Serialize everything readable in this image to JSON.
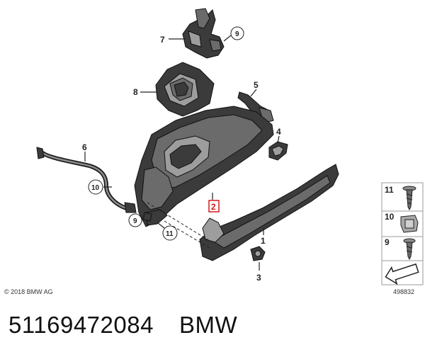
{
  "diagram": {
    "callouts": {
      "c1": "1",
      "c2": "2",
      "c3": "3",
      "c4": "4",
      "c5": "5",
      "c6": "6",
      "c7": "7",
      "c8": "8",
      "c9_top": "9",
      "c9_left": "9",
      "c10": "10",
      "c11": "11"
    },
    "legend": [
      {
        "number": "11"
      },
      {
        "number": "10"
      },
      {
        "number": "9"
      }
    ]
  },
  "copyright": "© 2018 BMW AG",
  "drawing_number": "498832",
  "footer": {
    "part_number": "51169472084",
    "brand": "BMW"
  },
  "colors": {
    "highlight": "#d21a1a",
    "part_fill_dark": "#3b3b3b",
    "part_fill_mid": "#6b6b6b"
  }
}
